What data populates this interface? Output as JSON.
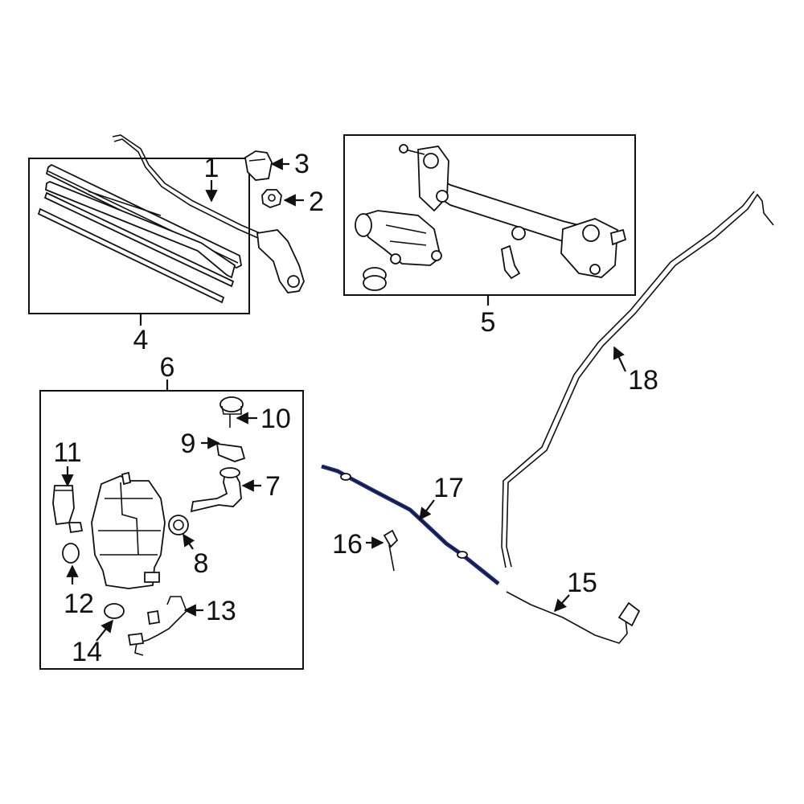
{
  "callouts": {
    "c1": "1",
    "c2": "2",
    "c3": "3",
    "c4": "4",
    "c5": "5",
    "c6": "6",
    "c7": "7",
    "c8": "8",
    "c9": "9",
    "c10": "10",
    "c11": "11",
    "c12": "12",
    "c13": "13",
    "c14": "14",
    "c15": "15",
    "c16": "16",
    "c17": "17",
    "c18": "18"
  },
  "colors": {
    "line": "#111111",
    "highlight": "#1c2a7a",
    "background": "#ffffff"
  }
}
